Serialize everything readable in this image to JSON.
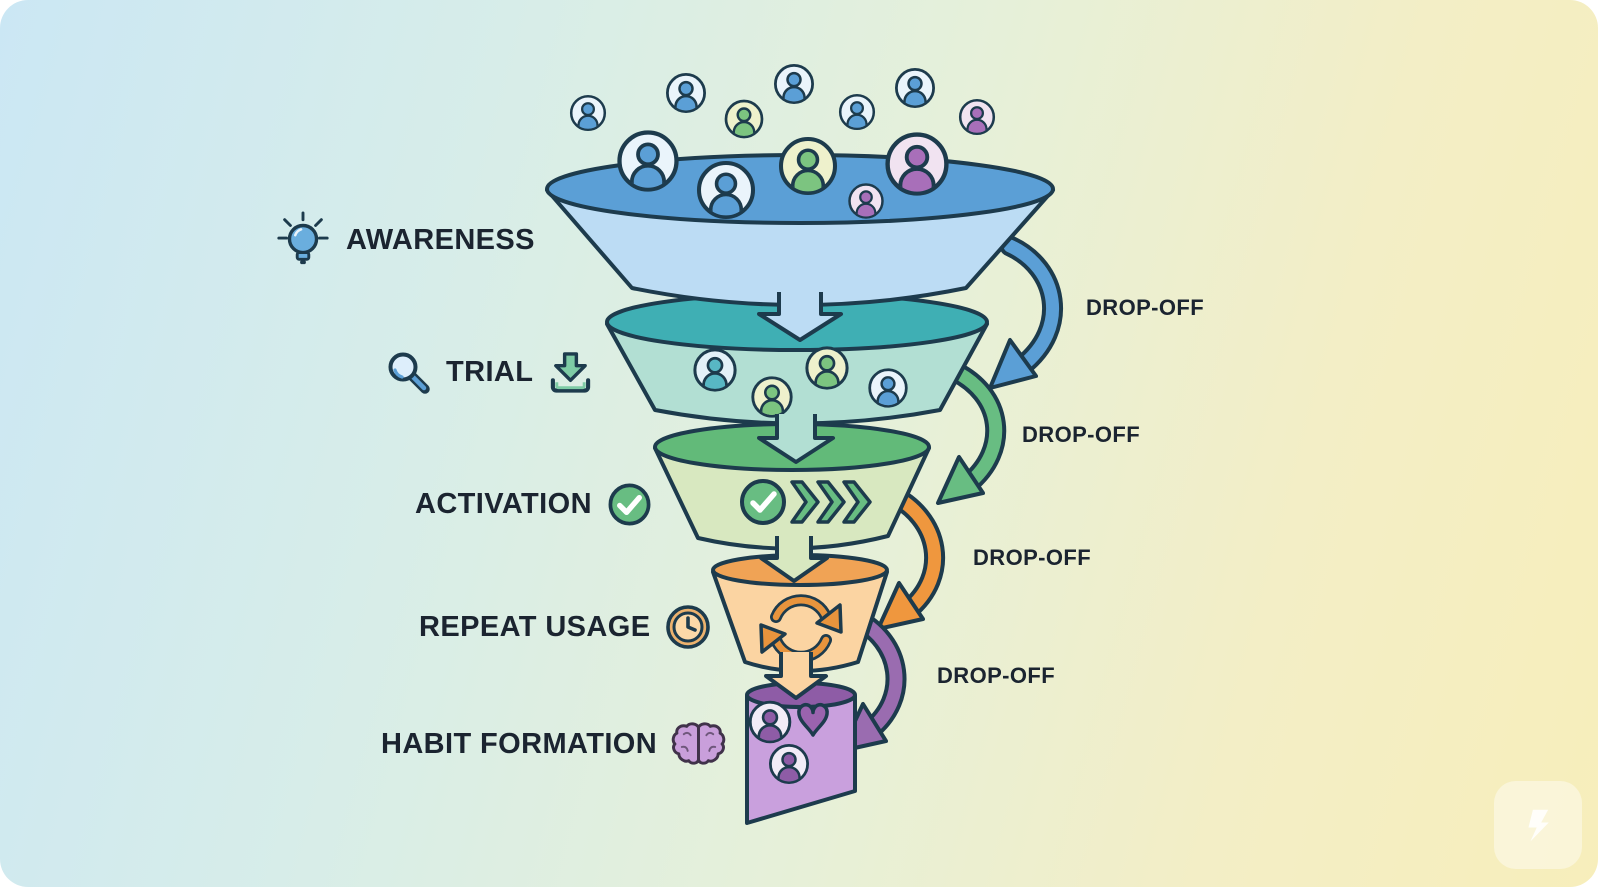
{
  "stages": [
    {
      "label": "AWARENESS",
      "icons": [
        "lightbulb-icon"
      ],
      "top_color": "#5b9fd6",
      "body_color": "#bcdcf4"
    },
    {
      "label": "TRIAL",
      "icons": [
        "magnifier-icon",
        "download-icon"
      ],
      "top_color": "#3fafb4",
      "body_color": "#b2dfd3"
    },
    {
      "label": "ACTIVATION",
      "icons": [
        "check-circle-icon"
      ],
      "top_color": "#62ba79",
      "body_color": "#d8e8c0"
    },
    {
      "label": "REPEAT USAGE",
      "icons": [
        "clock-icon"
      ],
      "top_color": "#f0a355",
      "body_color": "#fbd4a2"
    },
    {
      "label": "HABIT FORMATION",
      "icons": [
        "brain-icon"
      ],
      "top_color": "#8e5ca6",
      "body_color": "#c9a0dd"
    }
  ],
  "dropoffs": [
    {
      "label": "DROP-OFF",
      "arrow_color": "#5b9fd6"
    },
    {
      "label": "DROP-OFF",
      "arrow_color": "#68bd82"
    },
    {
      "label": "DROP-OFF",
      "arrow_color": "#ef973e"
    },
    {
      "label": "DROP-OFF",
      "arrow_color": "#9a6cb0"
    }
  ],
  "decorations": {
    "floating_user_count": 7,
    "funnel_mouth_user_count": 5,
    "trial_tier_user_count": 4,
    "habit_tier_user_count": 2,
    "habit_tier_has_heart": true,
    "activation_tier_icons": [
      "check-circle-icon",
      "triple-chevron-icon"
    ],
    "repeat_tier_icon": "refresh-cycle-icon"
  },
  "colors": {
    "outline": "#1d3b4d",
    "text": "#1b2430"
  }
}
